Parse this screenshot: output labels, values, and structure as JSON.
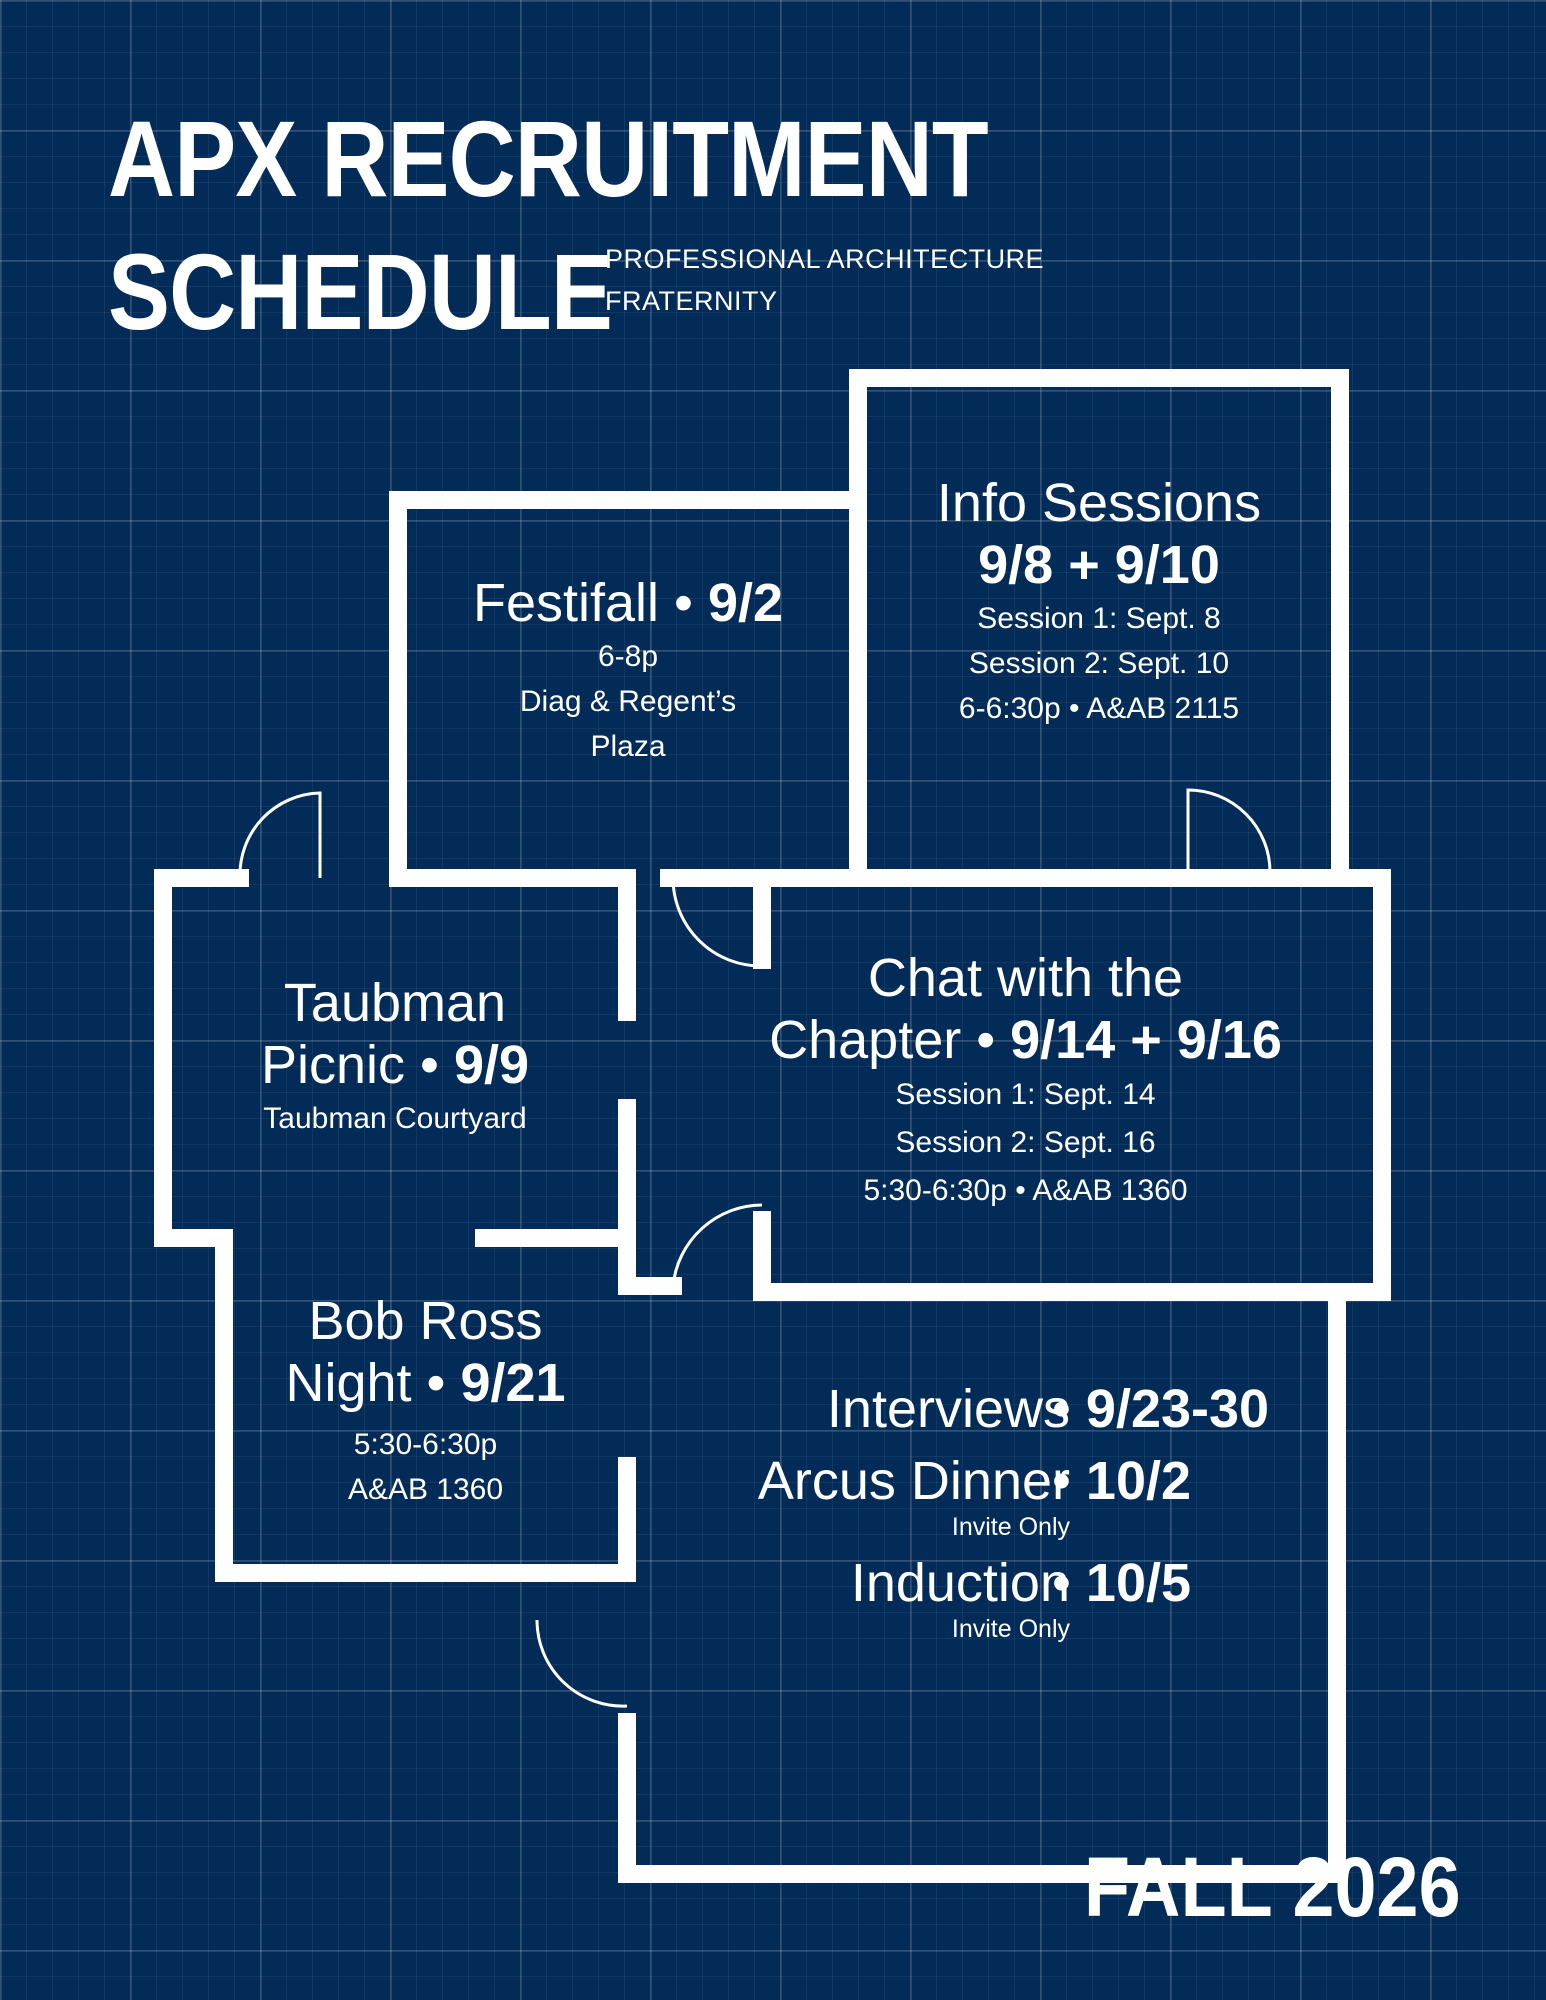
{
  "header": {
    "title_line1": "APX RECRUITMENT",
    "title_line2": "SCHEDULE",
    "subtitle_line1": "PROFESSIONAL ARCHITECTURE",
    "subtitle_line2": "FRATERNITY"
  },
  "festifall": {
    "name": "Festifall",
    "sep": " • ",
    "date": "9/2",
    "time": "6-8p",
    "location_line1": "Diag & Regent’s",
    "location_line2": "Plaza"
  },
  "info_sessions": {
    "name": "Info Sessions",
    "dates": "9/8 + 9/10",
    "session1": "Session 1: Sept. 8",
    "session2": "Session 2: Sept. 10",
    "time_location": "6-6:30p • A&AB 2115"
  },
  "picnic": {
    "name_line1": "Taubman",
    "name_line2": "Picnic",
    "sep": " • ",
    "date": "9/9",
    "location": "Taubman Courtyard"
  },
  "chat": {
    "name_line1": "Chat with the",
    "name_line2": "Chapter",
    "sep": " • ",
    "dates": "9/14 + 9/16",
    "session1": "Session 1: Sept. 14",
    "session2": "Session 2: Sept. 16",
    "time_location": "5:30-6:30p • A&AB 1360"
  },
  "bob_ross": {
    "name_line1": "Bob Ross",
    "name_line2": "Night",
    "sep": " • ",
    "date": "9/21",
    "time": "5:30-6:30p",
    "location": "A&AB 1360"
  },
  "final_events": [
    {
      "name": "Interviews",
      "sep": "•",
      "date": "9/23-30",
      "note": ""
    },
    {
      "name": "Arcus Dinner",
      "sep": "•",
      "date": "10/2",
      "note": "Invite Only"
    },
    {
      "name": "Induction",
      "sep": "•",
      "date": "10/5",
      "note": "Invite Only"
    }
  ],
  "footer": {
    "term": "FALL 2026"
  },
  "colors": {
    "background": "#032b57",
    "foreground": "#ffffff"
  }
}
